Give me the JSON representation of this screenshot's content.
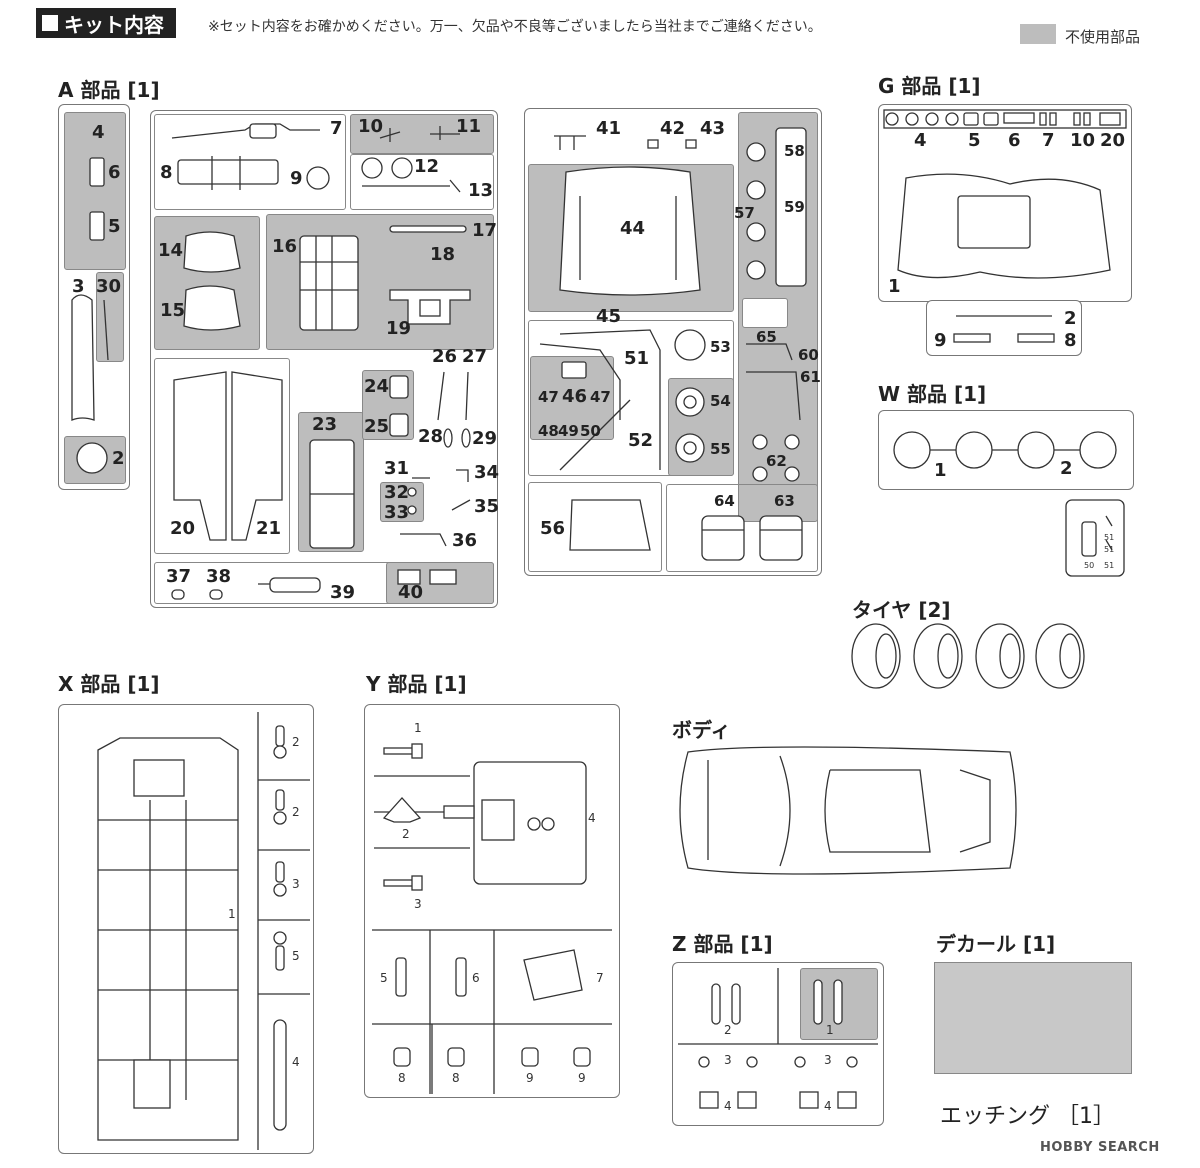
{
  "header": {
    "title": "キット内容",
    "notice": "※セット内容をお確かめください。万一、欠品や不良等ございましたら当社までご連絡ください。",
    "legend_label": "不使用部品",
    "legend_color": "#bdbdbd"
  },
  "sprues": {
    "a_title": "A 部品 [1]",
    "g_title": "G 部品 [1]",
    "w_title": "W 部品 [1]",
    "x_title": "X 部品 [1]",
    "y_title": "Y 部品 [1]",
    "z_title": "Z 部品 [1]"
  },
  "others": {
    "tire_title": "タイヤ [2]",
    "body_title": "ボディ",
    "decal_title": "デカール [1]",
    "etching_title": "エッチング ［1］"
  },
  "a_numbers": [
    "4",
    "6",
    "5",
    "3",
    "30",
    "2",
    "7",
    "8",
    "9",
    "10",
    "11",
    "12",
    "13",
    "14",
    "15",
    "16",
    "17",
    "18",
    "19",
    "20",
    "21",
    "23",
    "24",
    "25",
    "26",
    "27",
    "28",
    "29",
    "31",
    "32",
    "33",
    "34",
    "35",
    "36",
    "37",
    "38",
    "39",
    "40",
    "41",
    "42",
    "43",
    "44",
    "45",
    "46",
    "47",
    "47",
    "48",
    "49",
    "50",
    "51",
    "52",
    "53",
    "54",
    "55",
    "56",
    "57",
    "58",
    "59",
    "60",
    "61",
    "62",
    "63",
    "64",
    "65"
  ],
  "g_numbers": [
    "4",
    "5",
    "6",
    "7",
    "10",
    "20",
    "1",
    "2",
    "9",
    "8"
  ],
  "w_numbers": [
    "1",
    "2"
  ],
  "w_tag_numbers": [
    "51",
    "51",
    "50",
    "51"
  ],
  "x_numbers": [
    "1",
    "2",
    "2",
    "3",
    "5",
    "4"
  ],
  "y_numbers": [
    "1",
    "2",
    "3",
    "4",
    "5",
    "6",
    "7",
    "8",
    "8",
    "9",
    "9"
  ],
  "z_numbers": [
    "2",
    "1",
    "3",
    "3",
    "4",
    "4"
  ],
  "watermark": "HOBBY SEARCH"
}
